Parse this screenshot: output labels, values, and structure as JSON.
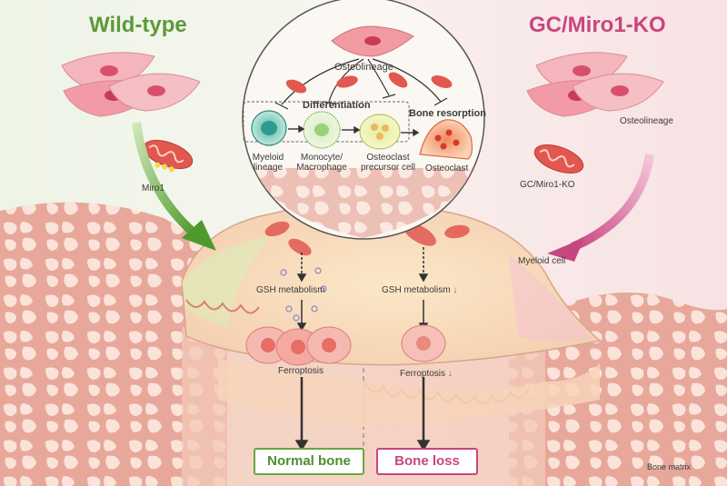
{
  "titles": {
    "wild_type": "Wild-type",
    "knockout": "GC/Miro1-KO"
  },
  "inset": {
    "osteolineage": "Osteolineage",
    "differentiation": "Differentiation",
    "bone_resorption": "Bone resorption",
    "stages": {
      "myeloid_1": "Myeloid",
      "myeloid_2": "lineage",
      "monocyte_1": "Monocyte/",
      "monocyte_2": "Macrophage",
      "precursor_1": "Osteoclast",
      "precursor_2": "precursor cell",
      "osteoclast": "Osteoclast"
    }
  },
  "left": {
    "miro1": "Miro1",
    "gsh": "GSH metabolism",
    "ferroptosis": "Ferroptosis",
    "outcome": "Normal bone"
  },
  "right": {
    "osteolineage": "Osteolineage",
    "miro1_ko": "GC/Miro1-KO",
    "myeloid_cell": "Myeloid cell",
    "gsh": "GSH metabolism",
    "gsh_arrow": "↓",
    "ferroptosis": "Ferroptosis",
    "ferroptosis_arrow": "↓",
    "outcome": "Bone loss"
  },
  "footer": {
    "bone_matrix": "Bone matrix"
  },
  "colors": {
    "wild_type": "#5d9a3a",
    "knockout": "#c8467f",
    "bone": "#e9b7a6",
    "cell": "#f7d9b0"
  }
}
